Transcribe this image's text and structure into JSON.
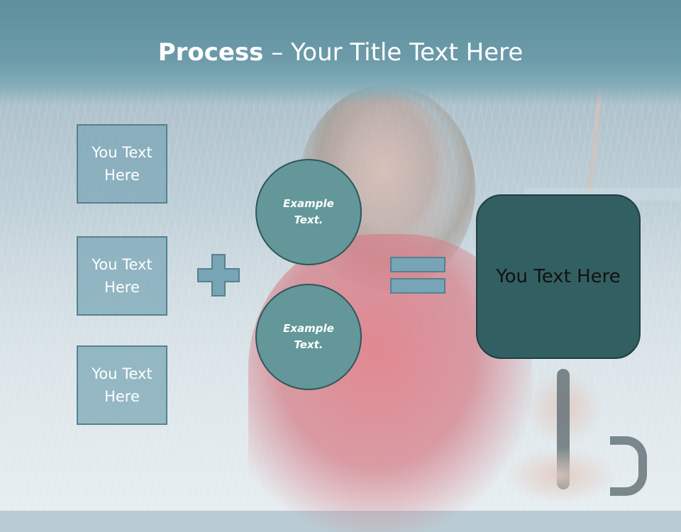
{
  "title": {
    "bold": "Process",
    "rest": " – Your Title Text Here"
  },
  "inputs": [
    {
      "line1": "You Text",
      "line2": "Here"
    },
    {
      "line1": "You Text",
      "line2": "Here"
    },
    {
      "line1": "You Text",
      "line2": "Here"
    }
  ],
  "circles": [
    {
      "line1": "Example",
      "line2": "Text."
    },
    {
      "line1": "Example",
      "line2": "Text."
    }
  ],
  "result": {
    "text": "You Text Here"
  },
  "colors": {
    "box_fill": "#78a5b6",
    "circle_fill": "#63979a",
    "result_fill": "#325f62",
    "operator_fill": "#78a5b6"
  }
}
